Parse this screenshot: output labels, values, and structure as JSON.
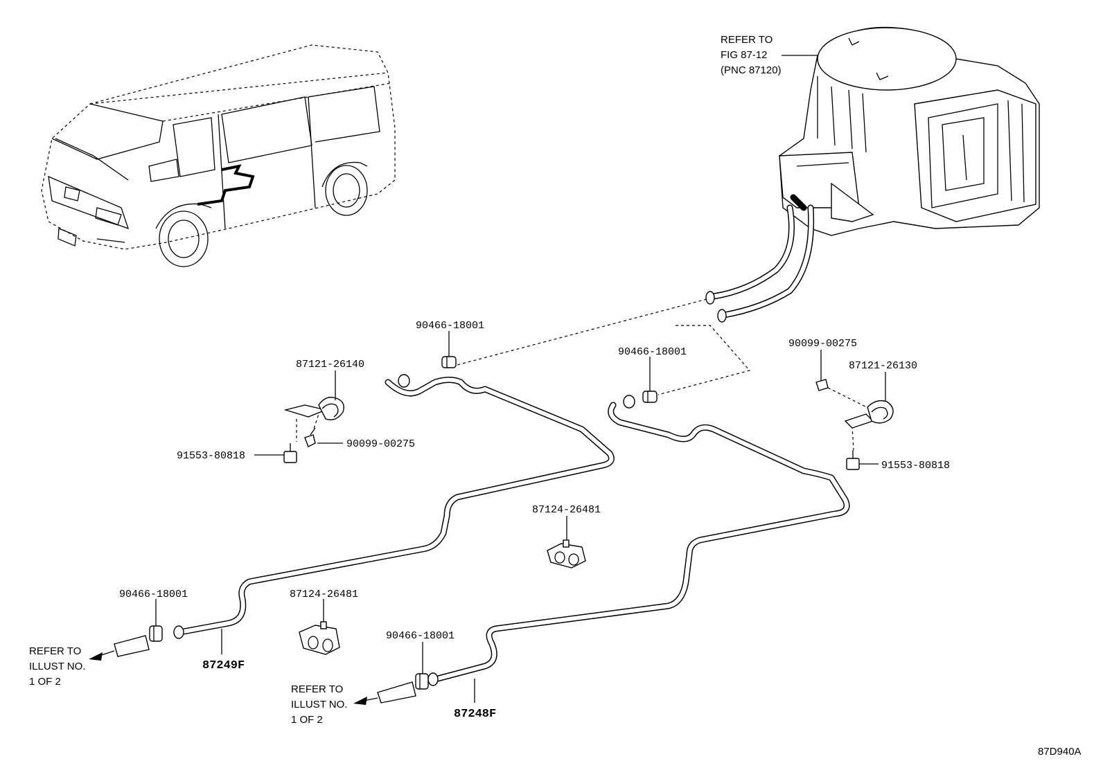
{
  "labels": {
    "refer_fig_line1": "REFER TO",
    "refer_fig_line2": "FIG 87-12",
    "refer_fig_line3": "(PNC 87120)",
    "clamp_top_left": "90466-18001",
    "clamp_top_mid": "90466-18001",
    "clamp_bottom_left": "90466-18001",
    "clamp_bottom_mid": "90466-18001",
    "clamp_bracket_left": "87121-26140",
    "clamp_bracket_right": "87121-26130",
    "screw_left": "90099-00275",
    "screw_right": "90099-00275",
    "bolt_left": "91553-80818",
    "bolt_right": "91553-80818",
    "clip_upper": "87124-26481",
    "clip_lower": "87124-26481",
    "hose_left": "87249F",
    "hose_right": "87248F",
    "refer_left_line1": "REFER TO",
    "refer_left_line2": "ILLUST NO.",
    "refer_left_line3": "1 OF 2",
    "refer_right_line1": "REFER TO",
    "refer_right_line2": "ILLUST NO.",
    "refer_right_line3": "1 OF 2",
    "figure_code": "87D940A"
  }
}
